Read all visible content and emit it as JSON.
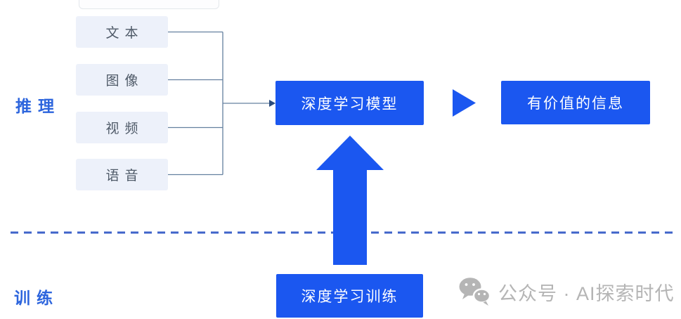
{
  "diagram": {
    "inference_label": "推理",
    "training_label": "训练",
    "inputs": [
      {
        "label": "文本"
      },
      {
        "label": "图像"
      },
      {
        "label": "视频"
      },
      {
        "label": "语音"
      }
    ],
    "model_box_label": "深度学习模型",
    "output_box_label": "有价值的信息",
    "training_box_label": "深度学习训练"
  },
  "watermark": {
    "icon": "wechat-icon",
    "text": "公众号 · AI探索时代"
  },
  "colors": {
    "primary_blue": "#1b57f0",
    "label_blue": "#2d65dd",
    "dashed_blue": "#3f63c9",
    "connector_gray": "#64809f",
    "arrowhead_navy": "#2c4d7e",
    "input_box_bg": "#edf1fa",
    "input_text": "#4f5a68",
    "watermark_gray": "#b5b5b5"
  }
}
